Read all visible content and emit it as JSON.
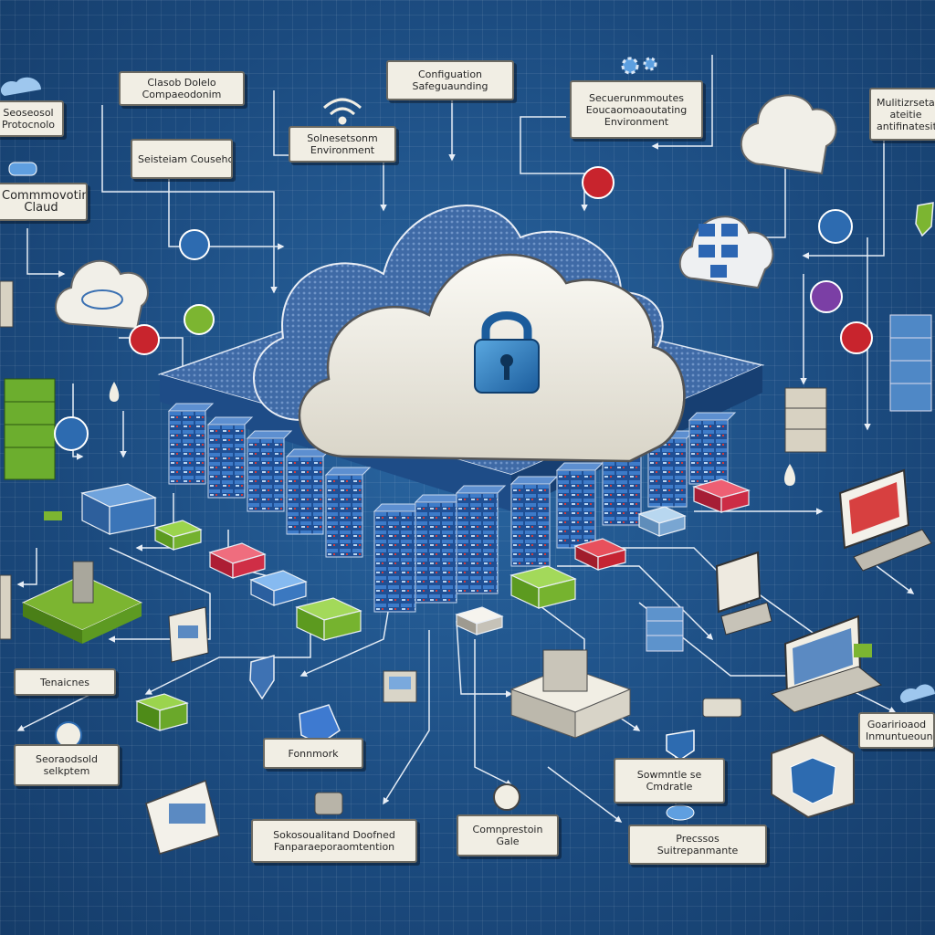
{
  "labels": {
    "top_left_corner": [
      "Seoseosol",
      "Protocnolo"
    ],
    "cloud_deploy": [
      "Clasob Dolelo",
      "Compaeodonim"
    ],
    "configuration_safeguarding": [
      "Configuation",
      "Safeguaunding"
    ],
    "environment_security": [
      "Secuerunmmoutes",
      "Eoucaomoaoutating",
      "Environment"
    ],
    "top_right": [
      "Mulitizrsetamt",
      "ateitie",
      "antifinatesite"
    ],
    "bottom_left_tag": [
      "Seisteiam Cousehcating"
    ],
    "system_environment": [
      "Solnesetsonm",
      "Environment"
    ],
    "computing_cloud": [
      "Commmovoting",
      "Claud"
    ],
    "tenancies": [
      "Tenaicnes"
    ],
    "scheduled_selection": [
      "Seoraodsold",
      "selkptem"
    ],
    "framework": [
      "Fonnmork"
    ],
    "secure_data_management": [
      "Sokosoualitand Doofned",
      "Fanparaeporaomtention"
    ],
    "compression_gate": [
      "Comnprestoin",
      "Gale"
    ],
    "security_gateway": [
      "Sowmntle se",
      "Cmdratle"
    ],
    "process_integration": [
      "Precssos",
      "Suitrepanmante"
    ],
    "government_infrastructure": [
      "Goaririoaod",
      "Inmuntueounuest"
    ]
  },
  "colors": {
    "background": "#1f5289",
    "grid": "#2b5f98",
    "cloud_fill": "#f3f1ea",
    "cloud_pattern": "#4e76b0",
    "server_blue": "#2c66b3",
    "lock_blue": "#2d7fc2",
    "accent_red": "#c8242d",
    "accent_green": "#7cb531",
    "label_paper": "#f1eee4"
  },
  "icons": [
    "cloud-icon",
    "padlock-icon",
    "server-rack-icon",
    "database-stack-icon",
    "shield-icon",
    "wifi-icon",
    "gear-icon",
    "laptop-icon",
    "monitor-icon",
    "droplet-icon",
    "document-stack-icon"
  ]
}
